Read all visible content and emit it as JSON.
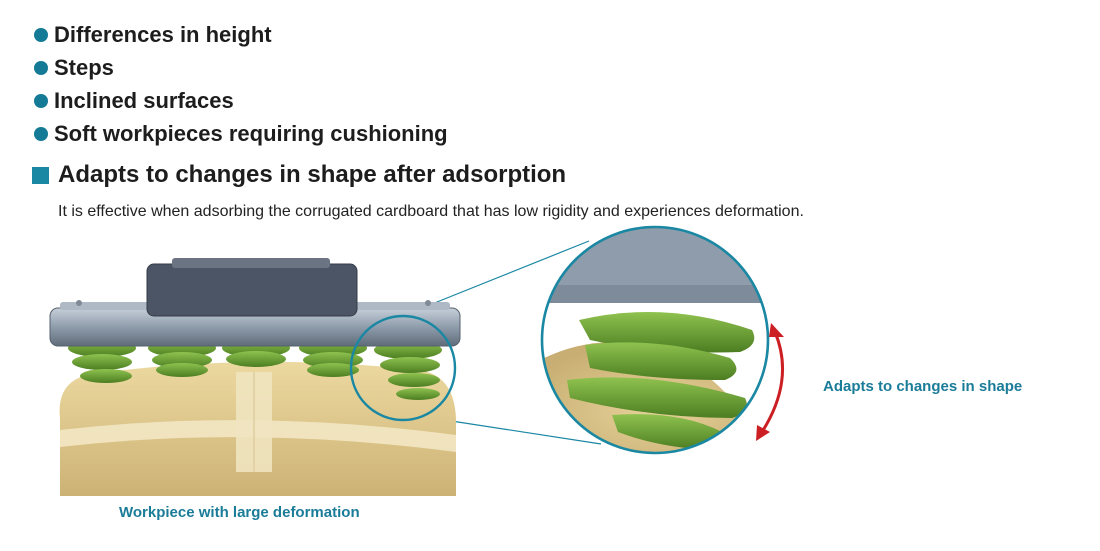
{
  "bullets": [
    {
      "label": "Differences in height"
    },
    {
      "label": "Steps"
    },
    {
      "label": "Inclined surfaces"
    },
    {
      "label": "Soft workpieces requiring cushioning"
    }
  ],
  "section": {
    "heading": "Adapts to changes in shape after adsorption",
    "description": "It is effective when adsorbing the corrugated cardboard that has low rigidity and experiences deformation."
  },
  "illustration": {
    "left_caption": "Workpiece with large deformation",
    "right_caption": "Adapts to changes in shape"
  },
  "colors": {
    "accent": "#157a95",
    "pad_green": "#6fa332",
    "cardboard": "#d9c488",
    "frame": "#8d9aa8",
    "arrow": "#cc1f24"
  }
}
